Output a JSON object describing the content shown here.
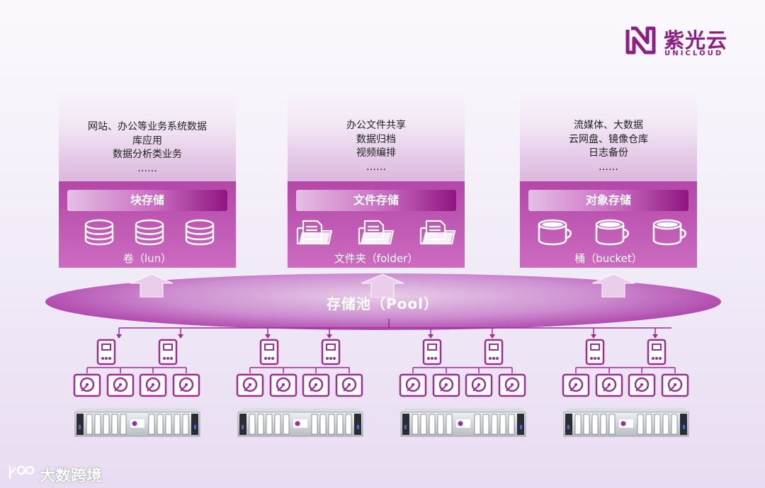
{
  "brand": {
    "name_cn": "紫光云",
    "name_en": "UNICLOUD",
    "color": "#8d1f82"
  },
  "panels": [
    {
      "desc": [
        "网站、办公等业务系统数据",
        "库应用",
        "数据分析类业务",
        "……"
      ],
      "title": "块存储",
      "icon": "database-icon",
      "sublabel": "卷（lun）"
    },
    {
      "desc": [
        "办公文件共享",
        "数据归档",
        "视频编排",
        "……"
      ],
      "title": "文件存储",
      "icon": "folder-icon",
      "sublabel": "文件夹（folder）"
    },
    {
      "desc": [
        "流媒体、大数据",
        "云网盘、镜像仓库",
        "日志备份",
        "……"
      ],
      "title": "对象存储",
      "icon": "bucket-icon",
      "sublabel": "桶（bucket）"
    }
  ],
  "pool": {
    "label": "存储池（Pool）"
  },
  "watermark": {
    "text": "大数跨境"
  },
  "colors": {
    "accent": "#b347a8",
    "accent_dark": "#8f1580",
    "line": "#9c2f94"
  }
}
